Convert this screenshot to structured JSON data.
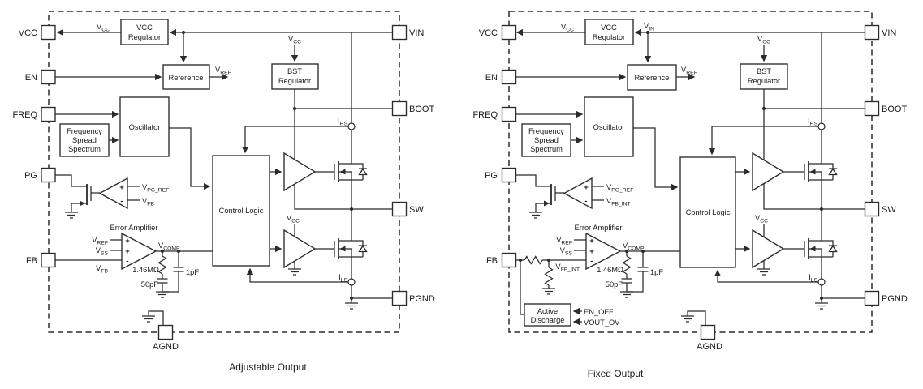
{
  "captions": {
    "adjustable": "Adjustable Output",
    "fixed": "Fixed Output"
  },
  "pins": {
    "vcc": "VCC",
    "en": "EN",
    "freq": "FREQ",
    "pg": "PG",
    "fb": "FB",
    "vin": "VIN",
    "boot": "BOOT",
    "sw": "SW",
    "pgnd": "PGND",
    "agnd": "AGND"
  },
  "blocks": {
    "vcc_regulator": [
      "VCC",
      "Regulator"
    ],
    "reference": [
      "Reference"
    ],
    "bst_regulator": [
      "BST",
      "Regulator"
    ],
    "oscillator": [
      "Oscillator"
    ],
    "frequency_spread_spectrum": [
      "Frequency",
      "Spread",
      "Spectrum"
    ],
    "control_logic": [
      "Control Logic"
    ],
    "active_discharge": [
      "Active",
      "Discharge"
    ]
  },
  "titles": {
    "error_amplifier": "Error Amplifier"
  },
  "signals": {
    "vcc": {
      "base": "V",
      "sub": "CC"
    },
    "vin": {
      "base": "V",
      "sub": "IN"
    },
    "vref": {
      "base": "V",
      "sub": "REF"
    },
    "vss": {
      "base": "V",
      "sub": "SS"
    },
    "vfb": {
      "base": "V",
      "sub": "FB"
    },
    "vfb_int": {
      "base": "V",
      "sub": "FB_INT"
    },
    "vpg_ref": {
      "base": "V",
      "sub": "PG_REF"
    },
    "vcomp": {
      "base": "V",
      "sub": "COMP"
    },
    "ihs": {
      "base": "I",
      "sub": "HS"
    },
    "ils": {
      "base": "I",
      "sub": "LS"
    },
    "plus": "+",
    "minus": "-"
  },
  "components": {
    "r_comp": "1.46MΩ",
    "c_comp": "50pF",
    "c_hf": "1pF"
  },
  "control": {
    "en_off": "EN_OFF",
    "vout_ov": "VOUT_OV"
  }
}
